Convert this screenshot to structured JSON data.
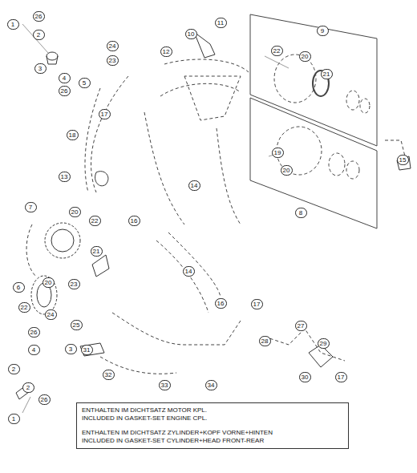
{
  "diagram": {
    "nodes": [
      {
        "text": [
          "ENTHALTEN IM DICHTSATZ MOTOR KPL.",
          "INCLUDED IN GASKET-SET ENGINE CPL.",
          "ENTHALTEN IM DICHTSATZ ZYLINDER+KOPF VORNE+HINTEN",
          "INCLUDED IN GASKET-SET CYLINDER+HEAD FRONT-REAR"
        ]
      }
    ],
    "labels": [
      "1",
      "26",
      "2",
      "3",
      "4",
      "5",
      "26",
      "24",
      "23",
      "11",
      "10",
      "12",
      "17",
      "18",
      "13",
      "16",
      "14",
      "9",
      "22",
      "20",
      "21",
      "19",
      "20",
      "15",
      "8",
      "7",
      "20",
      "22",
      "21",
      "6",
      "20",
      "23",
      "22",
      "24",
      "25",
      "14",
      "16",
      "17",
      "27",
      "28",
      "29",
      "30",
      "17",
      "26",
      "4",
      "3",
      "31",
      "32",
      "33",
      "34",
      "2",
      "2",
      "26",
      "1"
    ]
  }
}
